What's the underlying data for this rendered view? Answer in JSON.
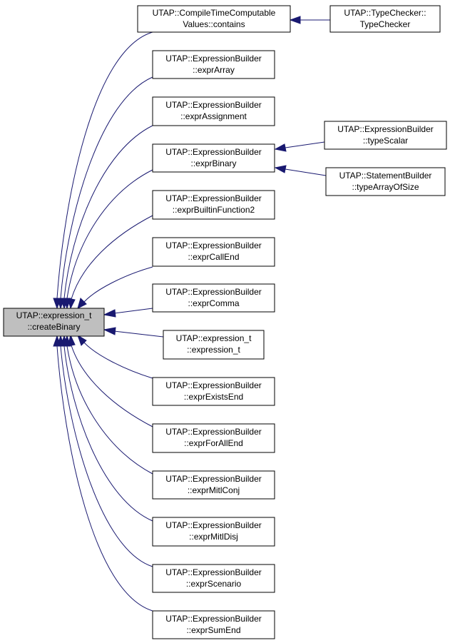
{
  "colors": {
    "edge": "#191970",
    "focus_fill": "#bfbfbf",
    "node_fill": "#ffffff",
    "node_stroke": "#000000"
  },
  "focus": {
    "id": "createBinary",
    "line1": "UTAP::expression_t",
    "line2": "::createBinary"
  },
  "callers": [
    {
      "id": "ctcv_contains",
      "line1": "UTAP::CompileTimeComputable",
      "line2": "Values::contains"
    },
    {
      "id": "exprArray",
      "line1": "UTAP::ExpressionBuilder",
      "line2": "::exprArray"
    },
    {
      "id": "exprAssignment",
      "line1": "UTAP::ExpressionBuilder",
      "line2": "::exprAssignment"
    },
    {
      "id": "exprBinary",
      "line1": "UTAP::ExpressionBuilder",
      "line2": "::exprBinary"
    },
    {
      "id": "exprBuiltinFunction2",
      "line1": "UTAP::ExpressionBuilder",
      "line2": "::exprBuiltinFunction2"
    },
    {
      "id": "exprCallEnd",
      "line1": "UTAP::ExpressionBuilder",
      "line2": "::exprCallEnd"
    },
    {
      "id": "exprComma",
      "line1": "UTAP::ExpressionBuilder",
      "line2": "::exprComma"
    },
    {
      "id": "expression_t_ctor",
      "line1": "UTAP::expression_t",
      "line2": "::expression_t"
    },
    {
      "id": "exprExistsEnd",
      "line1": "UTAP::ExpressionBuilder",
      "line2": "::exprExistsEnd"
    },
    {
      "id": "exprForAllEnd",
      "line1": "UTAP::ExpressionBuilder",
      "line2": "::exprForAllEnd"
    },
    {
      "id": "exprMitlConj",
      "line1": "UTAP::ExpressionBuilder",
      "line2": "::exprMitlConj"
    },
    {
      "id": "exprMitlDisj",
      "line1": "UTAP::ExpressionBuilder",
      "line2": "::exprMitlDisj"
    },
    {
      "id": "exprScenario",
      "line1": "UTAP::ExpressionBuilder",
      "line2": "::exprScenario"
    },
    {
      "id": "exprSumEnd",
      "line1": "UTAP::ExpressionBuilder",
      "line2": "::exprSumEnd"
    }
  ],
  "second_level": [
    {
      "id": "typeChecker",
      "line1": "UTAP::TypeChecker::",
      "line2": "TypeChecker",
      "calls": "ctcv_contains"
    },
    {
      "id": "typeScalar",
      "line1": "UTAP::ExpressionBuilder",
      "line2": "::typeScalar",
      "calls": "exprBinary"
    },
    {
      "id": "typeArrayOfSize",
      "line1": "UTAP::StatementBuilder",
      "line2": "::typeArrayOfSize",
      "calls": "exprBinary"
    }
  ]
}
